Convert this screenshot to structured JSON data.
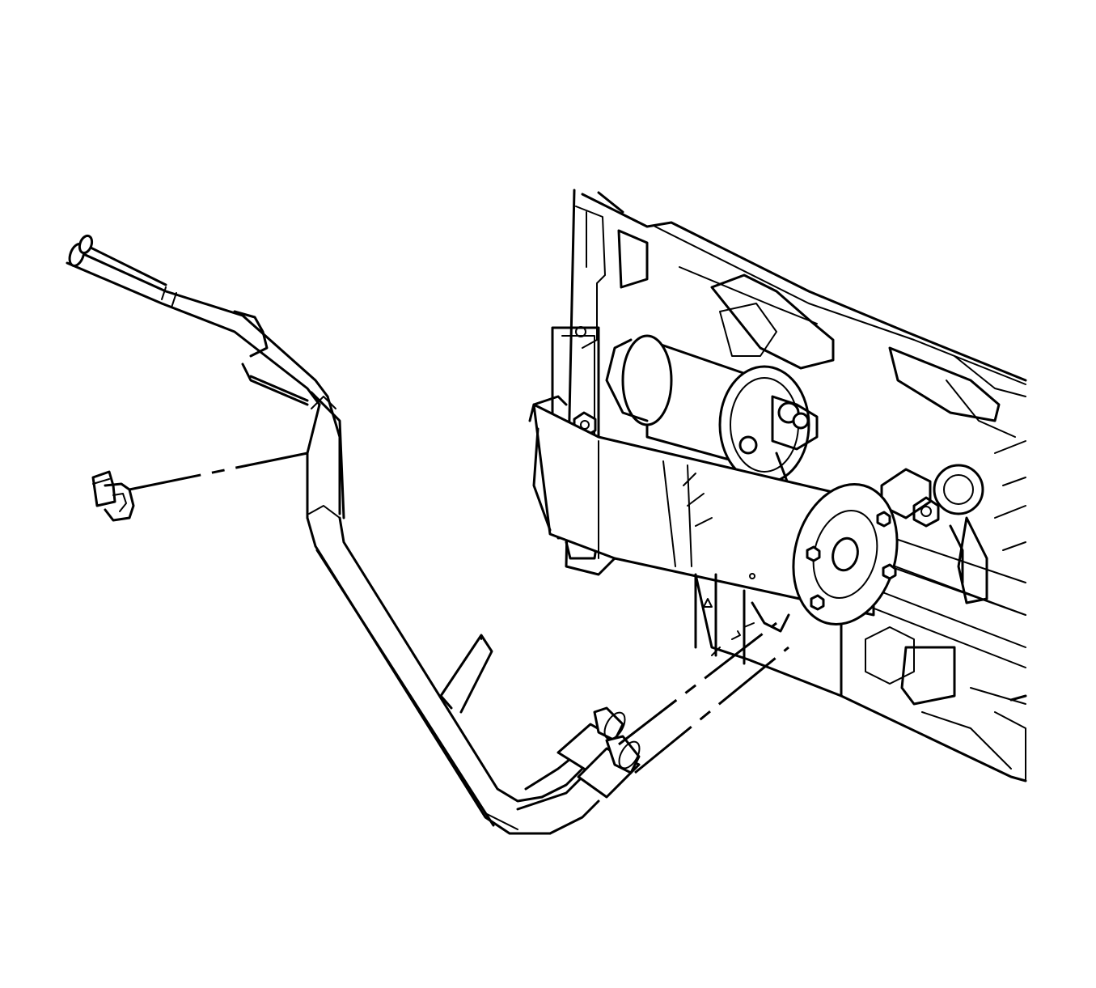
{
  "diagram": {
    "type": "line-art-illustration",
    "background_color": "#ffffff",
    "line_color": "#000000",
    "parts": [
      {
        "name": "transmission-cooler-lines"
      },
      {
        "name": "retaining-clip"
      },
      {
        "name": "line-bracket"
      },
      {
        "name": "starter-motor"
      },
      {
        "name": "engine-block"
      },
      {
        "name": "line-fittings"
      }
    ],
    "leader_lines": [
      {
        "name": "clip-leader-line",
        "style": "dashed"
      },
      {
        "name": "fitting-leader-line",
        "style": "dashed"
      }
    ]
  }
}
